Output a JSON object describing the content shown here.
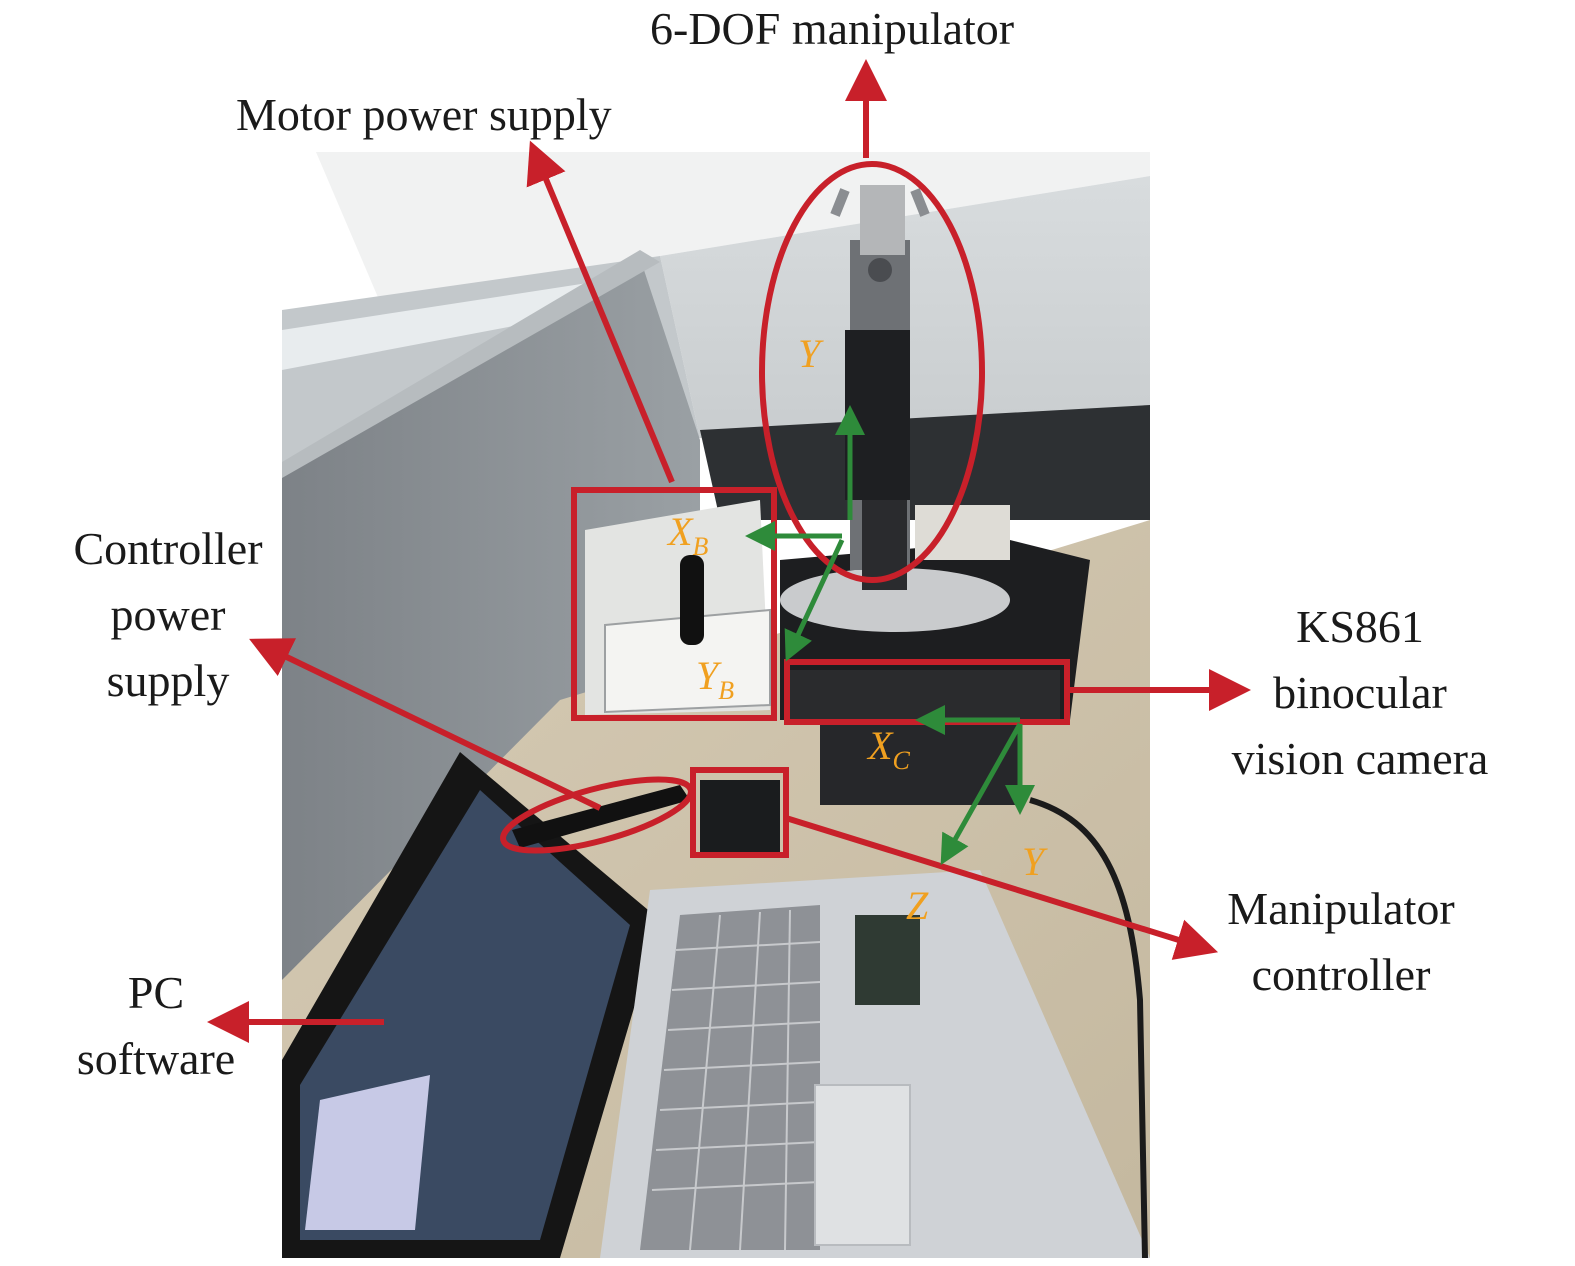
{
  "labels": {
    "manipulator": "6-DOF manipulator",
    "motor_power": "Motor power supply",
    "controller_power": [
      "Controller",
      "power",
      "supply"
    ],
    "camera": [
      "KS861",
      "binocular",
      "vision camera"
    ],
    "pc": [
      "PC",
      "software"
    ],
    "controller": [
      "Manipulator",
      "controller"
    ]
  },
  "axes": {
    "xb": {
      "main": "X",
      "sub": "B"
    },
    "yb": {
      "main": "Y",
      "sub": "B"
    },
    "xc": {
      "main": "X",
      "sub": "C"
    },
    "zc": {
      "main": "Z",
      "sub": ""
    },
    "yc": {
      "main": "Y",
      "sub": ""
    },
    "y_top": {
      "main": "Y",
      "sub": ""
    }
  },
  "colors": {
    "annotation_red": "#c8202a",
    "axis_green": "#2e8b3a",
    "axis_orange": "#f0a020"
  }
}
